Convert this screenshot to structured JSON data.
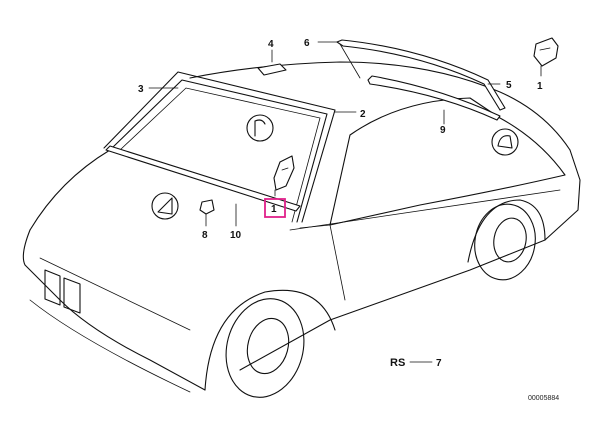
{
  "callouts": {
    "p1_center": "1",
    "p1_right": "1",
    "p2": "2",
    "p3": "3",
    "p4": "4",
    "p5": "5",
    "p6": "6",
    "p7": "7",
    "p8": "8",
    "p9": "9",
    "p10": "10"
  },
  "legend": {
    "rs": "RS",
    "rs_number": "7"
  },
  "reference_number": "00005884",
  "highlight_color": "#e0218a"
}
